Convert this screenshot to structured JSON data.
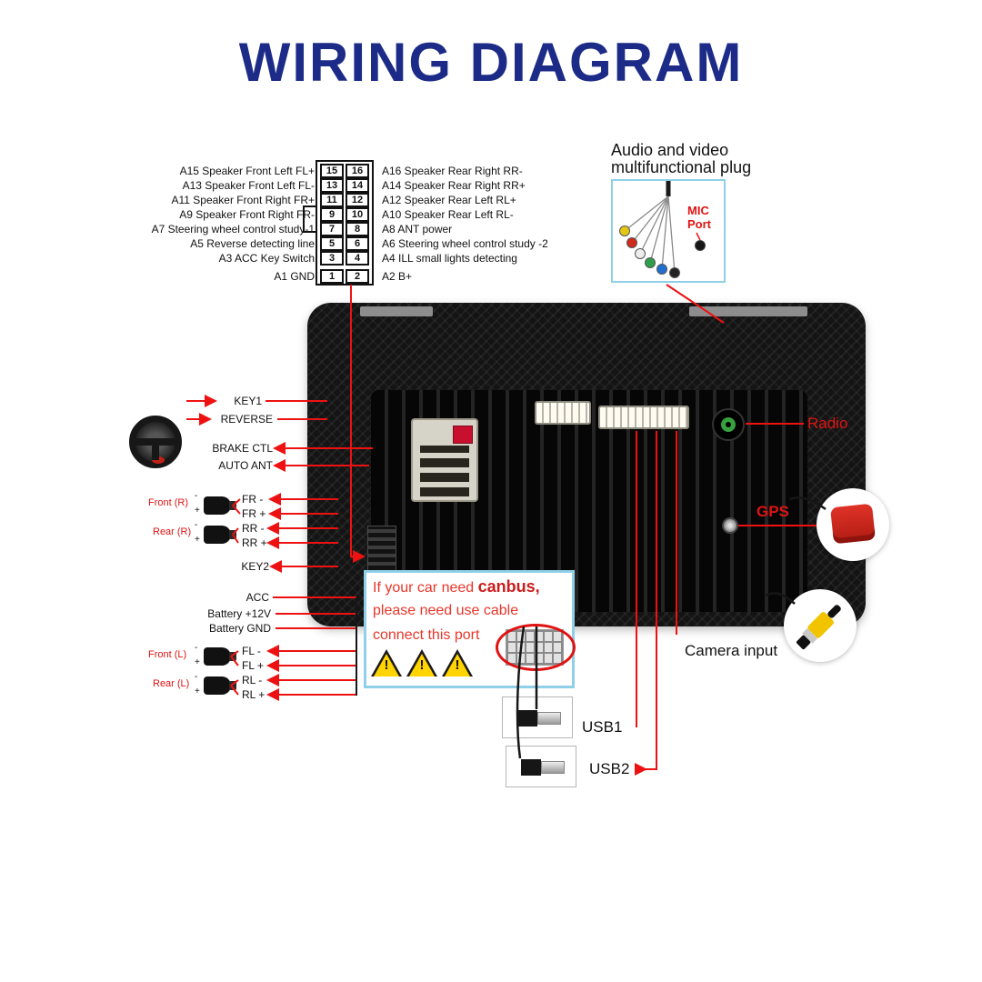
{
  "title": "WIRING DIAGRAM",
  "connector_table": {
    "rows": [
      {
        "left": "A15  Speaker Front Left FL+",
        "left_pin": "15",
        "right_pin": "16",
        "right": "A16  Speaker Rear Right RR-"
      },
      {
        "left": "A13  Speaker Front Left FL-",
        "left_pin": "13",
        "right_pin": "14",
        "right": "A14  Speaker Rear Right RR+"
      },
      {
        "left": "A11  Speaker Front Right FR+",
        "left_pin": "11",
        "right_pin": "12",
        "right": "A12  Speaker Rear Left RL+"
      },
      {
        "left": "A9  Speaker Front Right FR-",
        "left_pin": "9",
        "right_pin": "10",
        "right": "A10  Speaker Rear Left RL-"
      },
      {
        "left": "A7  Steering wheel control study-1",
        "left_pin": "7",
        "right_pin": "8",
        "right": "A8  ANT power"
      },
      {
        "left": "A5  Reverse detecting line",
        "left_pin": "5",
        "right_pin": "6",
        "right": "A6  Steering wheel control study -2"
      },
      {
        "left": "A3 ACC Key Switch",
        "left_pin": "3",
        "right_pin": "4",
        "right": "A4  ILL small lights detecting"
      },
      {
        "left": "A1 GND",
        "left_pin": "1",
        "right_pin": "2",
        "right": "A2  B+"
      }
    ]
  },
  "audio_plug": {
    "label_line1": "Audio and video",
    "label_line2": "multifunctional plug",
    "mic_line1": "MIC",
    "mic_line2": "Port",
    "rca_colors": [
      "#e3c714",
      "#cf2a1b",
      "#ededed",
      "#2f9e4a",
      "#1f6fd0",
      "#222222"
    ]
  },
  "left_panel": {
    "top_labels": [
      "KEY1",
      "REVERSE",
      "BRAKE CTL",
      "AUTO ANT"
    ],
    "speaker_groups": [
      {
        "name": "Front (R)",
        "neg": "FR -",
        "pos": "FR +"
      },
      {
        "name": "Rear (R)",
        "neg": "RR -",
        "pos": "RR +"
      },
      {
        "name": "Front (L)",
        "neg": "FL -",
        "pos": "FL +"
      },
      {
        "name": "Rear (L)",
        "neg": "RL -",
        "pos": "RL +"
      }
    ],
    "key2": "KEY2",
    "power_labels": [
      "ACC",
      "Battery +12V",
      "Battery GND"
    ],
    "plus": "+",
    "minus": "-"
  },
  "right_labels": {
    "radio": "Radio",
    "gps": "GPS",
    "camera": "Camera input"
  },
  "canbus_note": {
    "line1": "If your car need ",
    "line1_bold": "canbus,",
    "line2": "please need use cable",
    "line3": "connect this port",
    "warning_mark": "!"
  },
  "usb": {
    "usb1": "USB1",
    "usb2": "USB2"
  },
  "colors": {
    "title_blue": "#1c2b87",
    "wire_red": "#ee1111",
    "warning_yellow": "#ffd400",
    "note_red": "#e8362a",
    "box_border_blue": "#8fd0e8"
  }
}
